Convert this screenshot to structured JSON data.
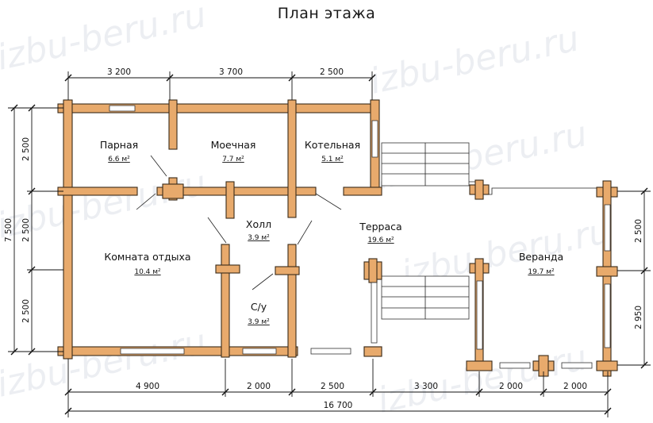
{
  "title": "План этажа",
  "watermark": "izbu-beru.ru",
  "colors": {
    "wall": "#e8aa6c",
    "outline": "#3a2a1a",
    "watermark": "#e2e6ec"
  },
  "rooms": [
    {
      "name": "Парная",
      "area": "6.6 м²"
    },
    {
      "name": "Моечная",
      "area": "7.7 м²"
    },
    {
      "name": "Котельная",
      "area": "5.1 м²"
    },
    {
      "name": "Холл",
      "area": "3.9 м²"
    },
    {
      "name": "Терраса",
      "area": "19.6 м²"
    },
    {
      "name": "Комната отдыха",
      "area": "10.4 м²"
    },
    {
      "name": "Веранда",
      "area": "19.7 м²"
    },
    {
      "name": "С/у",
      "area": "3.9 м²"
    }
  ],
  "dimensions": {
    "top": [
      "3 200",
      "3 700",
      "2 500"
    ],
    "left_total": "7 500",
    "left": [
      "2 500",
      "2 500",
      "2 500"
    ],
    "right": [
      "2 500",
      "2 950"
    ],
    "bottom": [
      "4 900",
      "2 000",
      "2 500",
      "3 300",
      "2 000",
      "2 000"
    ],
    "overall": "16 700"
  }
}
